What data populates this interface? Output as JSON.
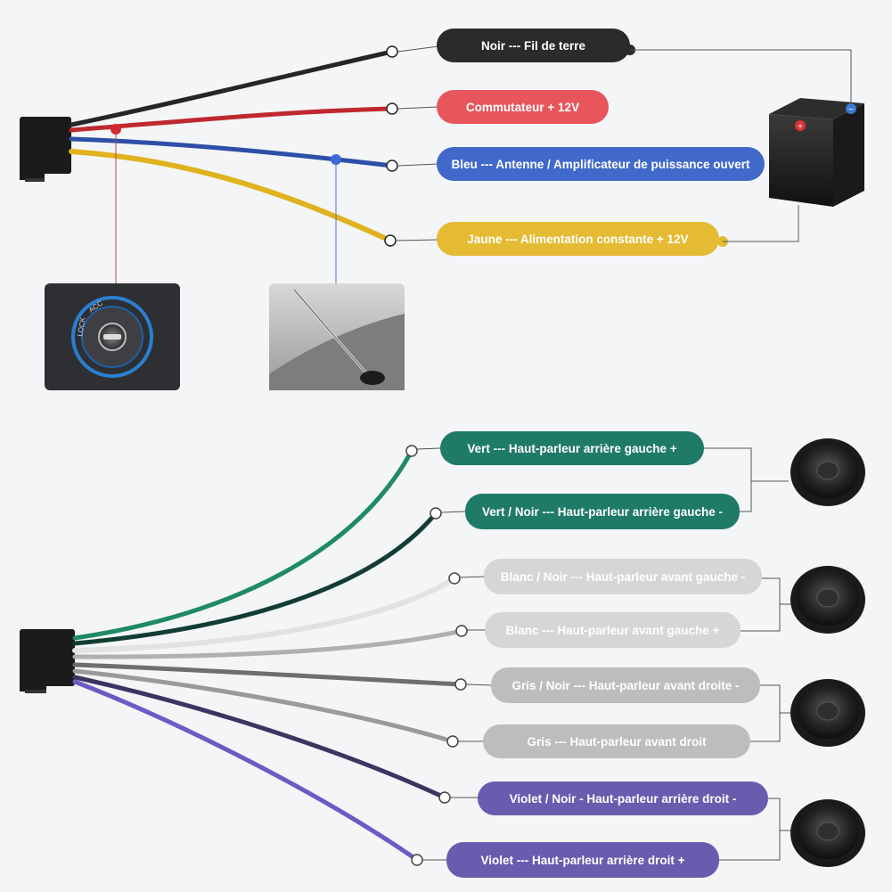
{
  "colors": {
    "black": "#2b2b2b",
    "red": "#e8555b",
    "blue": "#4169c9",
    "yellow": "#e4bb33",
    "green": "#1f7a68",
    "white_wire": "#d2d2d2",
    "gray": "#bdbdbd",
    "violet": "#6a5bae",
    "connector": "#1b1b1b"
  },
  "power_labels": [
    {
      "id": "black",
      "text": "Noir --- Fil de terre"
    },
    {
      "id": "red",
      "text": "Commutateur + 12V"
    },
    {
      "id": "blue",
      "text": "Bleu --- Antenne / Amplificateur de puissance ouvert"
    },
    {
      "id": "yellow",
      "text": "Jaune --- Alimentation constante + 12V"
    }
  ],
  "speaker_labels": [
    {
      "id": "green",
      "text": "Vert --- Haut-parleur arrière gauche +"
    },
    {
      "id": "green-black",
      "text": "Vert / Noir --- Haut-parleur arrière gauche -"
    },
    {
      "id": "white-black",
      "text": "Blanc / Noir --- Haut-parleur avant gauche -"
    },
    {
      "id": "white",
      "text": "Blanc --- Haut-parleur avant gauche +"
    },
    {
      "id": "gray-black",
      "text": "Gris / Noir --- Haut-parleur avant droite -"
    },
    {
      "id": "gray",
      "text": "Gris --- Haut-parleur avant droit"
    },
    {
      "id": "violet-black",
      "text": "Violet / Noir - Haut-parleur arrière droit -"
    },
    {
      "id": "violet",
      "text": "Violet --- Haut-parleur arrière droit +"
    }
  ],
  "icons": {
    "battery": "battery-icon",
    "ignition": "ignition-key-icon",
    "antenna": "car-antenna-icon",
    "speaker": "speaker-icon",
    "connector": "wire-connector-icon"
  }
}
